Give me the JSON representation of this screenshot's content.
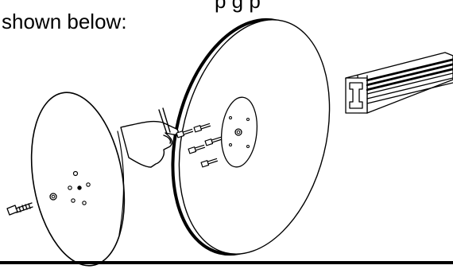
{
  "caption": {
    "line1": "p                                     g p",
    "line2": "shown below:"
  },
  "colors": {
    "stroke": "#000000",
    "fill": "#ffffff",
    "rule": "#000000"
  },
  "icons": [
    "small-disc",
    "large-disc",
    "hand",
    "screws",
    "bolt",
    "aluminum-profile"
  ]
}
